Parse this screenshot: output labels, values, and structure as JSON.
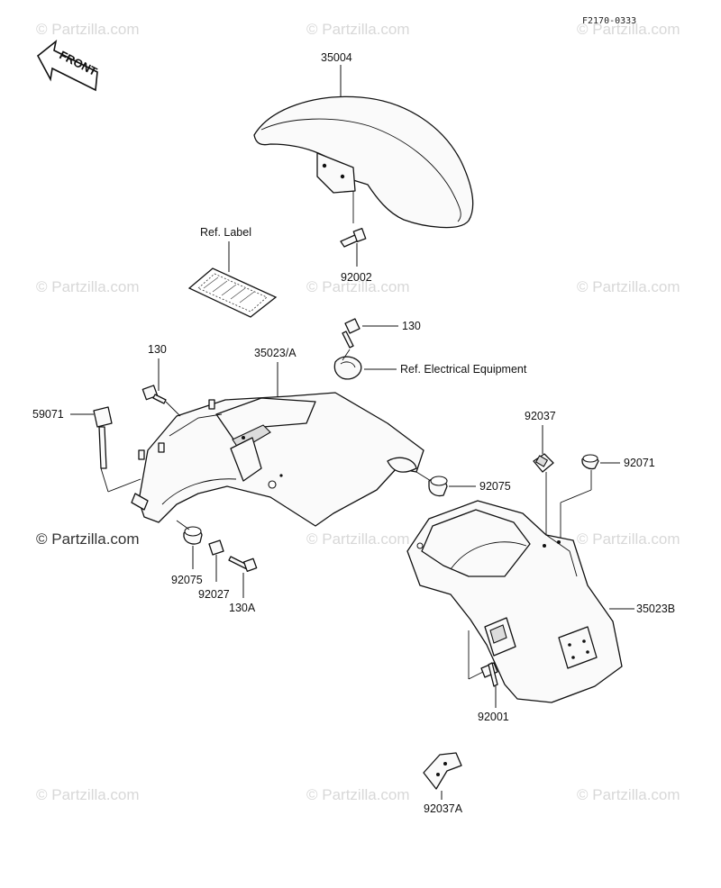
{
  "diagram_code": "F2170-0333",
  "front_label": "FRONT",
  "watermark": "© Partzilla.com",
  "callouts": {
    "front_fender": "35004",
    "ref_label": "Ref. Label",
    "front_bolt": "92002",
    "bolt_130_top": "130",
    "ref_electrical": "Ref. Electrical Equipment",
    "rear_fender_a": "35023/A",
    "bolt_130_left": "130",
    "rod_59071": "59071",
    "nut_92037": "92037",
    "grommet_92071": "92071",
    "damper_right": "92075",
    "damper_left": "92075",
    "collar_92027": "92027",
    "bolt_130a": "130A",
    "rear_fender_b": "35023B",
    "bolt_92001": "92001",
    "bracket_92037a": "92037A"
  }
}
